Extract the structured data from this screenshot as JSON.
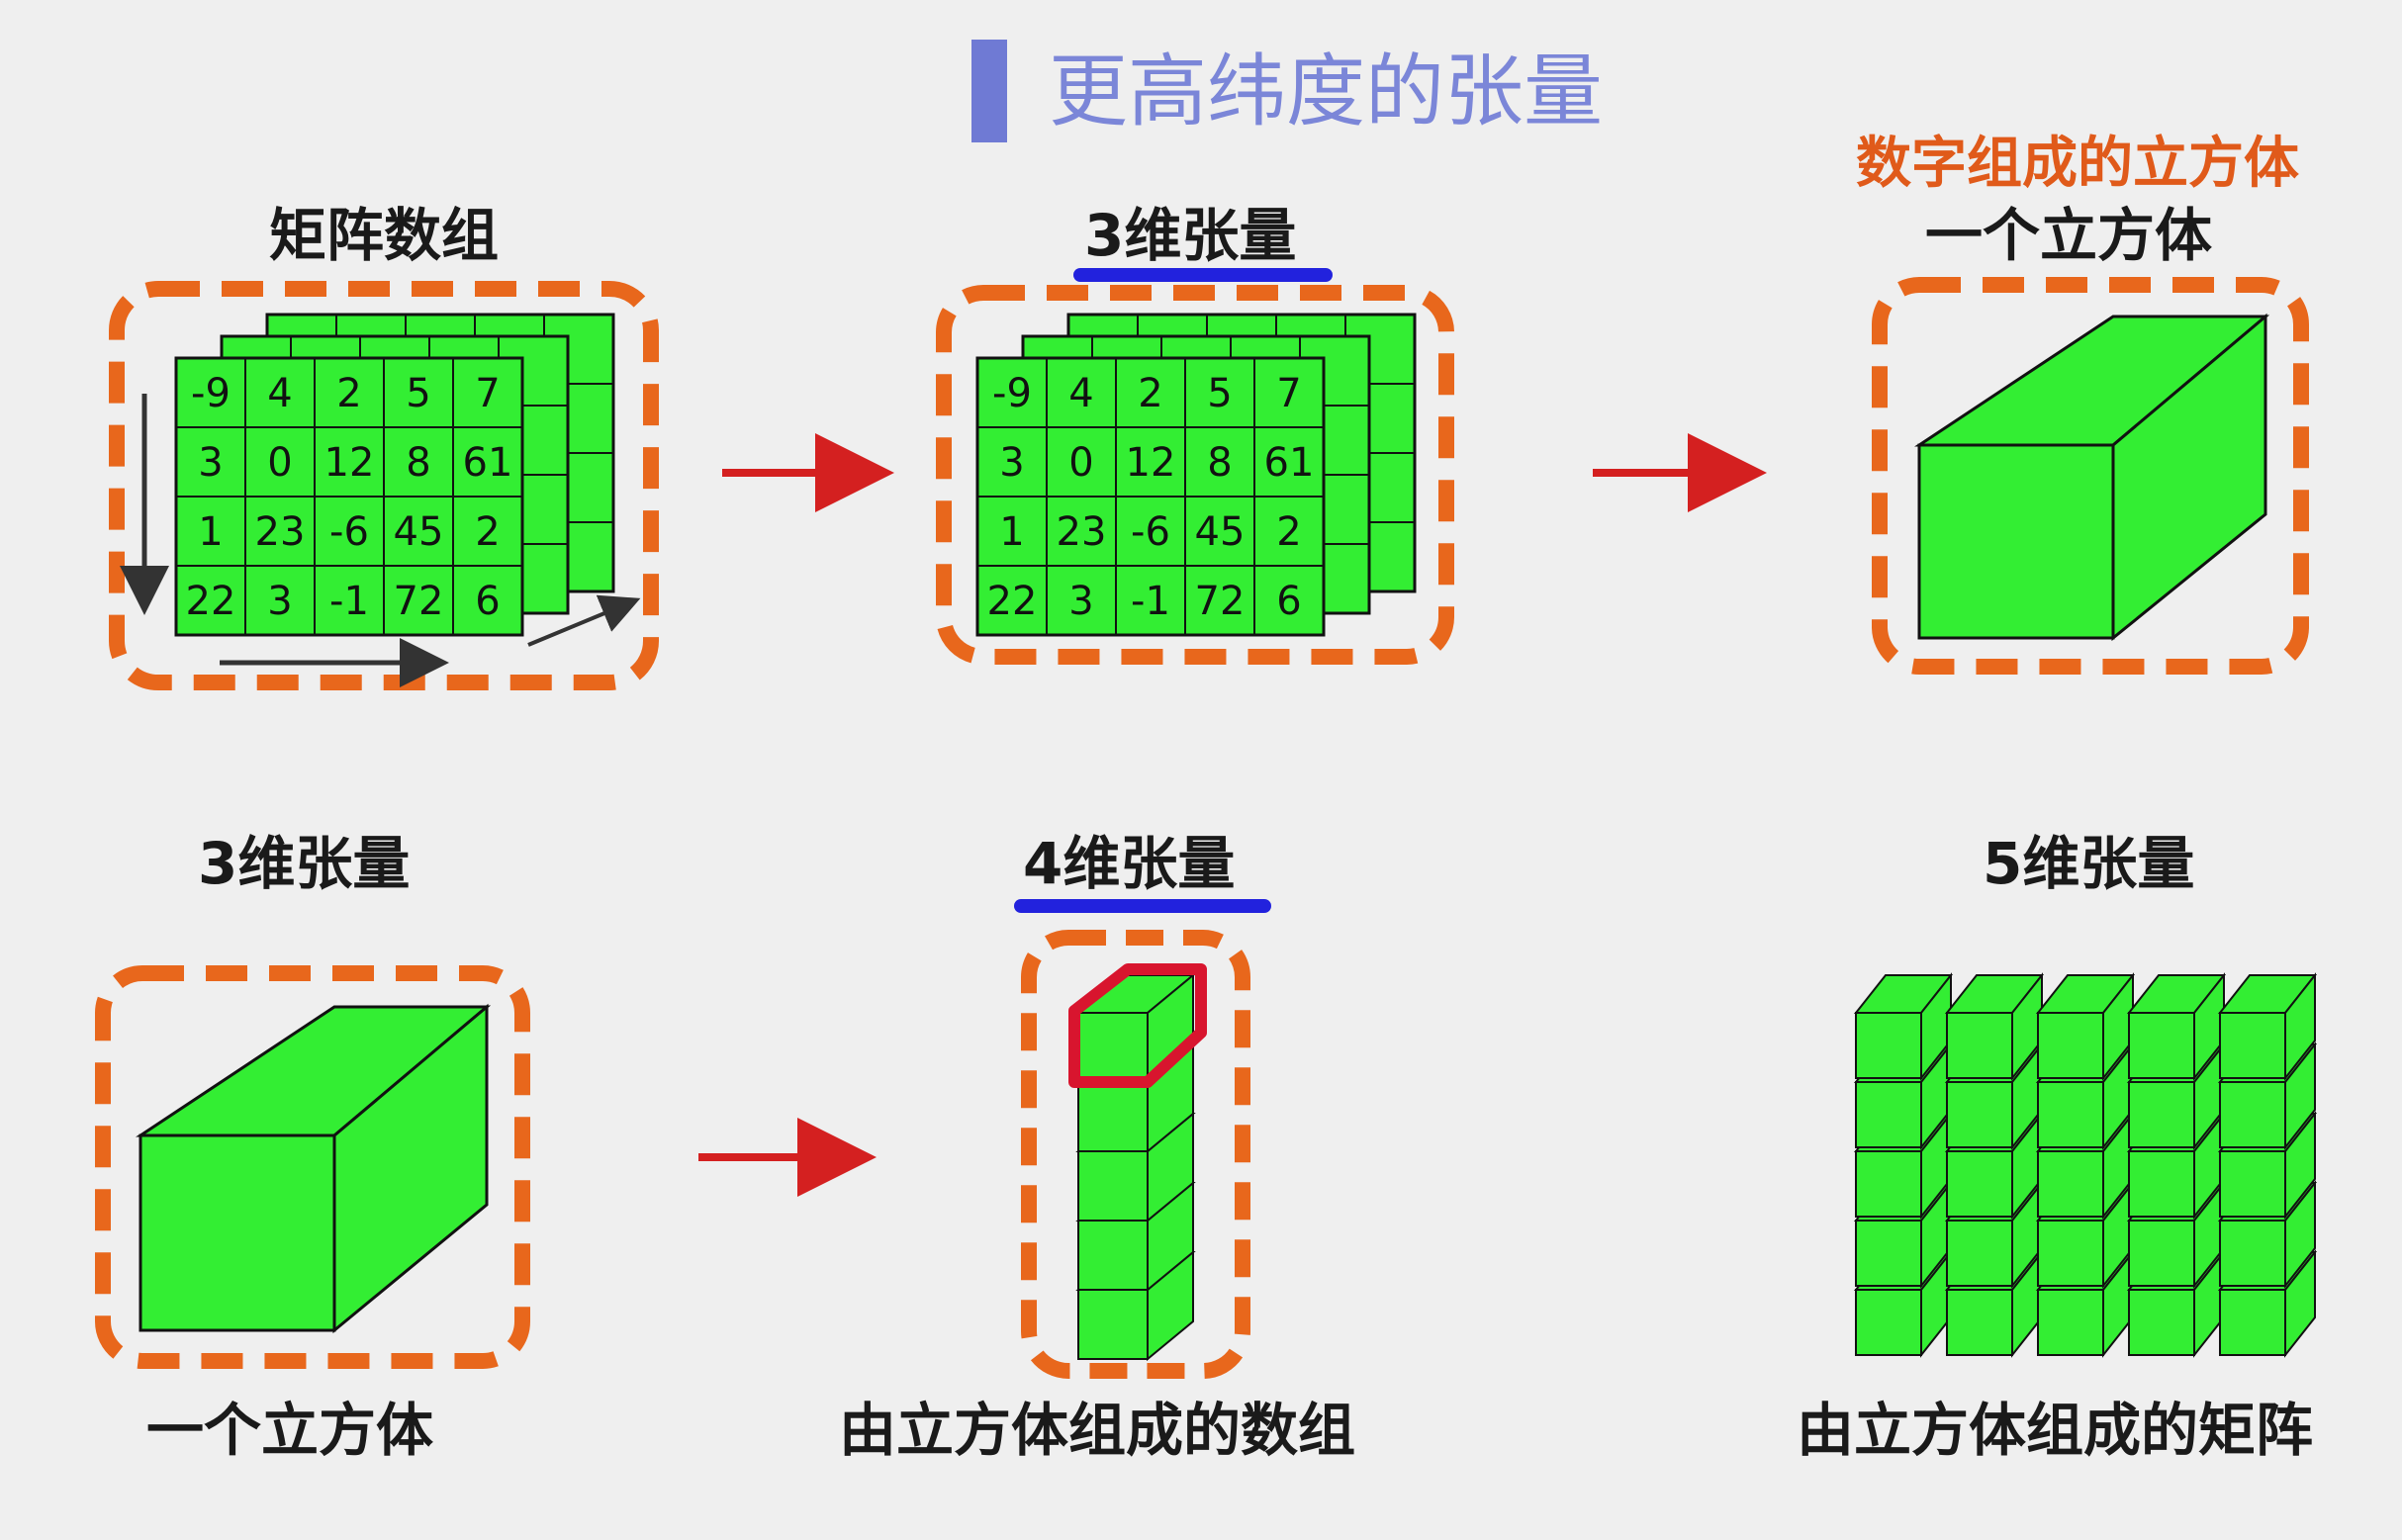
{
  "title": "更高纬度的张量",
  "top_row": {
    "matrix_label": "矩阵数组",
    "tensor3_label": "3维张量",
    "cube_caption_orange": "数字组成的立方体",
    "cube_label": "一个立方体"
  },
  "bottom_row": {
    "tensor3_label": "3维张量",
    "cube_caption": "一个立方体",
    "tensor4_label": "4维张量",
    "tensor4_caption": "由立方体组成的数组",
    "tensor5_label": "5维张量",
    "tensor5_caption": "由立方体组成的矩阵"
  },
  "matrix_values": [
    [
      "-9",
      "4",
      "2",
      "5",
      "7"
    ],
    [
      "3",
      "0",
      "12",
      "8",
      "61"
    ],
    [
      "1",
      "23",
      "-6",
      "45",
      "2"
    ],
    [
      "22",
      "3",
      "-1",
      "72",
      "6"
    ]
  ],
  "colors": {
    "green": "#33ee33",
    "orange_dash": "#e8671c",
    "arrow_red": "#d42020",
    "underline_blue": "#2222dd",
    "title_blue": "#7b86d8",
    "highlight_red": "#d8152e"
  }
}
